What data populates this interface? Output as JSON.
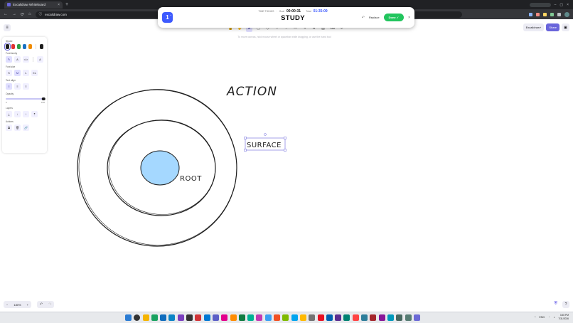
{
  "browser": {
    "tab_title": "Excalidraw Whiteboard",
    "tab_close": "×",
    "new_tab": "+",
    "url": "excalidraw.com",
    "nav": [
      "←",
      "→",
      "⟳",
      "⌂"
    ],
    "window_controls": [
      "–",
      "▢",
      "×"
    ]
  },
  "overlay": {
    "count": "1",
    "count_sup": "+",
    "stat1_label": "TIME THINKS",
    "stat2_label": "Goal",
    "stat2_value": "00:00:31",
    "stat3_label": "Total",
    "stat3_value": "01:35:09",
    "title": "STUDY",
    "undo_icon": "↶",
    "replace_label": "Replace",
    "done_label": "Done ✓",
    "close_icon": "×"
  },
  "app": {
    "menu_icon": "≡",
    "library_label": "Excalidraw+",
    "share_label": "Share",
    "library_icon": "▣",
    "tools": [
      "🔒",
      "✋",
      "➤",
      "▢",
      "◇",
      "○",
      "→",
      "—",
      "✎",
      "A",
      "▨",
      "⌫",
      "⟡"
    ],
    "canvas_hint": "To move canvas, hold mouse wheel or spacebar while dragging, or use the hand tool"
  },
  "props": {
    "stroke_title": "Stroke",
    "stroke_colors": [
      "#1e1e1e",
      "#e03131",
      "#2f9e44",
      "#1971c2",
      "#f08c00"
    ],
    "stroke_current": "#1e1e1e",
    "font_family_title": "Font family",
    "font_family_opts": [
      "✎",
      "A",
      "</>",
      "A"
    ],
    "font_size_title": "Font size",
    "font_size_opts": [
      "S",
      "M",
      "L",
      "XL"
    ],
    "text_align_title": "Text align",
    "text_align_opts": [
      "≡",
      "≡",
      "≡"
    ],
    "opacity_title": "Opacity",
    "opacity_min": "0",
    "opacity_max": "100",
    "opacity_value": 100,
    "layers_title": "Layers",
    "layers_opts": [
      "⤓",
      "↓",
      "↑",
      "⤒"
    ],
    "actions_title": "Actions",
    "actions_opts": [
      "⧉",
      "🗑",
      "🔗"
    ]
  },
  "canvas_text": {
    "action": "ACTION",
    "surface": "SURFACE",
    "root": "ROOT"
  },
  "colors": {
    "root_fill": "#a5d8ff",
    "accent": "#6965db",
    "done_green": "#22c55e",
    "timer_blue": "#3d5afe"
  },
  "footer": {
    "zoom_minus": "−",
    "zoom_value": "180%",
    "zoom_plus": "+",
    "undo": "↶",
    "redo": "↷",
    "help": "?",
    "shield_icon": "⛨"
  },
  "taskbar": {
    "icon_colors": [
      "#2b7cd3",
      "#333333",
      "#f5b400",
      "#1aa260",
      "#0f6cbd",
      "#0b84c6",
      "#7b3fbf",
      "#333",
      "#d13438",
      "#0078d4",
      "#5b5fc7",
      "#e3008c",
      "#ff8c00",
      "#107c41",
      "#00b294",
      "#c239b3",
      "#3aa0f3",
      "#f25022",
      "#7fba00",
      "#00a4ef",
      "#ffb900",
      "#737373",
      "#e81123",
      "#0063b1",
      "#5c2d91",
      "#008272",
      "#ff4343",
      "#2d7d9a",
      "#a4262c",
      "#881798",
      "#0099bc",
      "#486860",
      "#567c73",
      "#6b69d6"
    ],
    "lang": "ENG",
    "time": "3:45 PM",
    "date": "7/31/2026"
  }
}
